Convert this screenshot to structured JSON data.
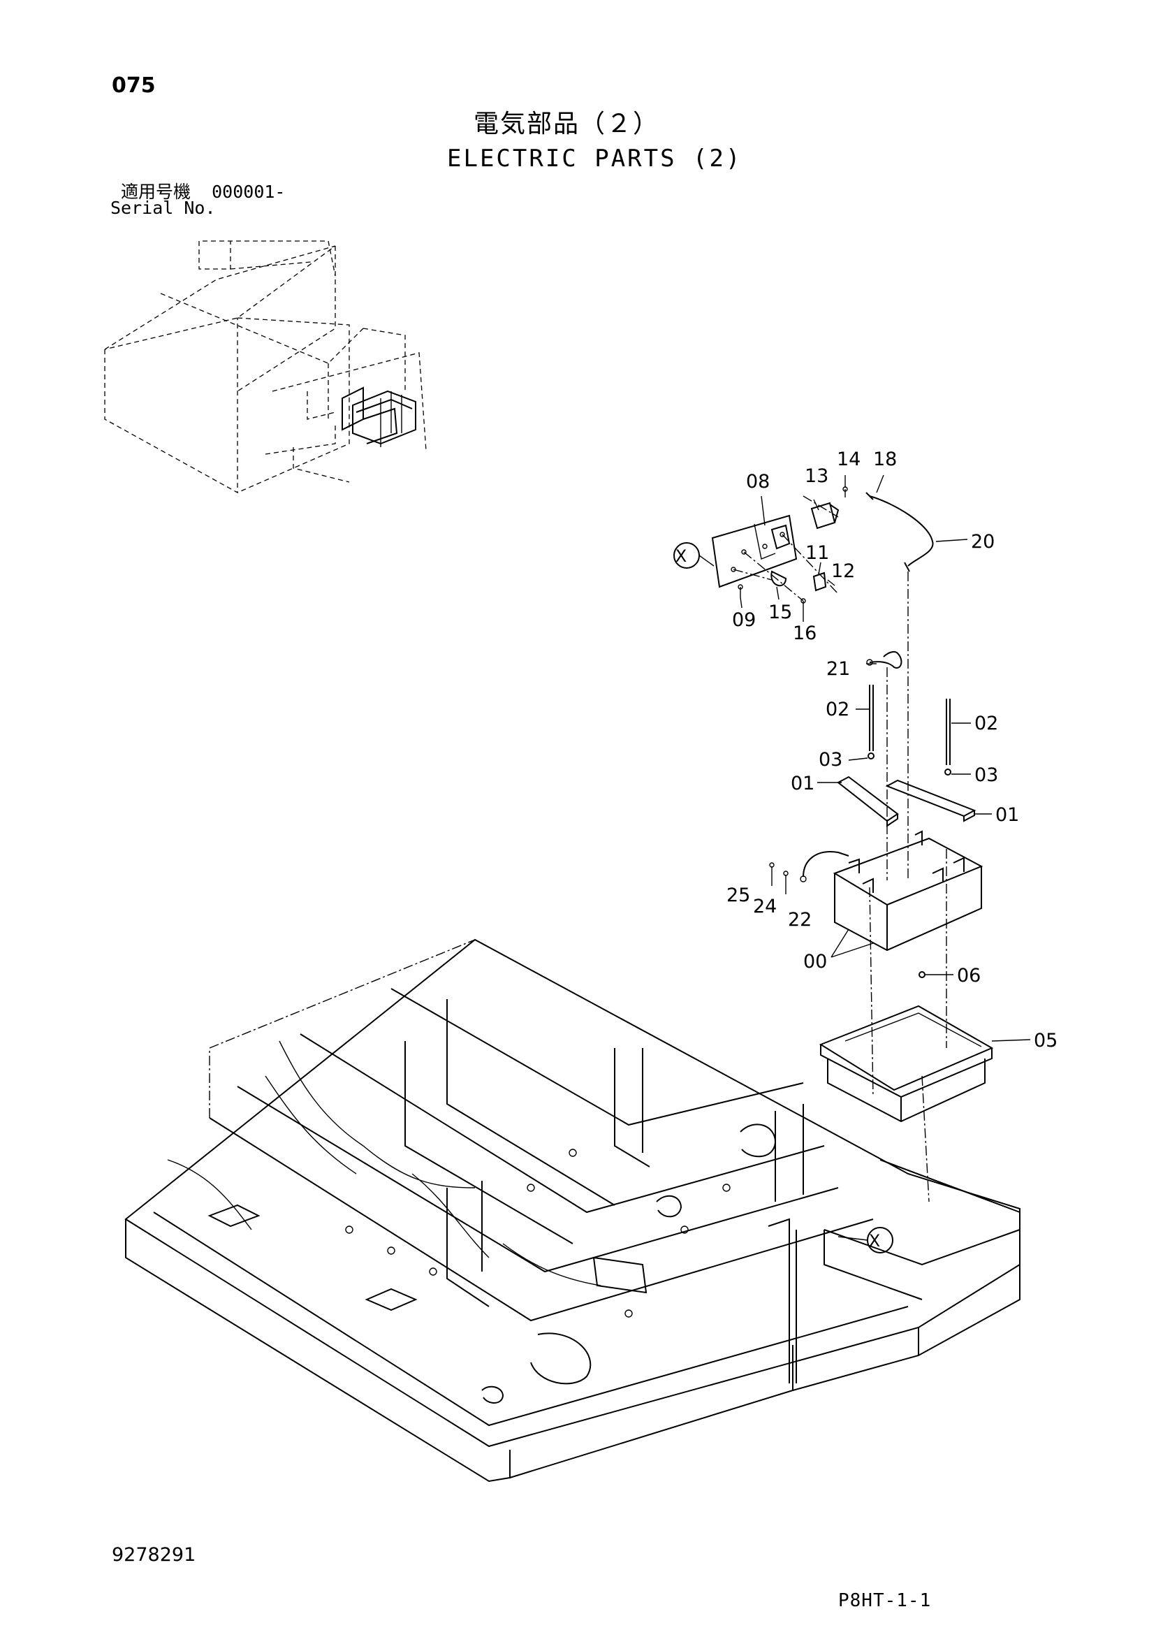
{
  "header": {
    "page_number": "075",
    "title_jp": "電気部品（２）",
    "title_en": "ELECTRIC PARTS (2)",
    "serial_label_jp": "適用号機",
    "serial_value": "000001-",
    "serial_label_en": "Serial No."
  },
  "callouts": {
    "c00": "00",
    "c01a": "01",
    "c01b": "01",
    "c02a": "02",
    "c02b": "02",
    "c03a": "03",
    "c03b": "03",
    "c05": "05",
    "c06": "06",
    "c08": "08",
    "c09": "09",
    "c11": "11",
    "c12": "12",
    "c13": "13",
    "c14": "14",
    "c15": "15",
    "c16": "16",
    "c18": "18",
    "c20": "20",
    "c21": "21",
    "c22": "22",
    "c24": "24",
    "c25": "25",
    "ref_top": "X",
    "ref_bottom": "X"
  },
  "footer": {
    "catalog_number": "9278291",
    "page_code": "P8HT-1-1"
  }
}
